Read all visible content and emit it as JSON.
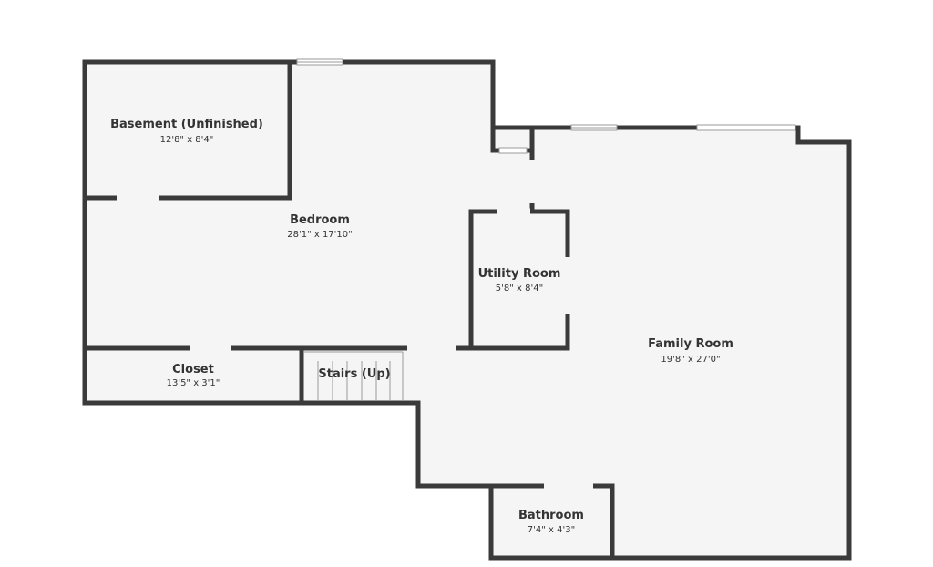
{
  "rooms": [
    {
      "name": "Basement (Unfinished)",
      "dims": "12'8\" x 8'4\""
    },
    {
      "name": "Bedroom",
      "dims": "28'1\" x 17'10\""
    },
    {
      "name": "Utility Room",
      "dims": "5'8\" x 8'4\""
    },
    {
      "name": "Family Room",
      "dims": "19'8\" x 27'0\""
    },
    {
      "name": "Closet",
      "dims": "13'5\" x 3'1\""
    },
    {
      "name": "Stairs (Up)",
      "dims": ""
    },
    {
      "name": "Bathroom",
      "dims": "7'4\" x 4'3\""
    }
  ],
  "colors": {
    "wall": "#3a3a3a",
    "floor": "#f5f5f5",
    "background": "#ffffff"
  }
}
